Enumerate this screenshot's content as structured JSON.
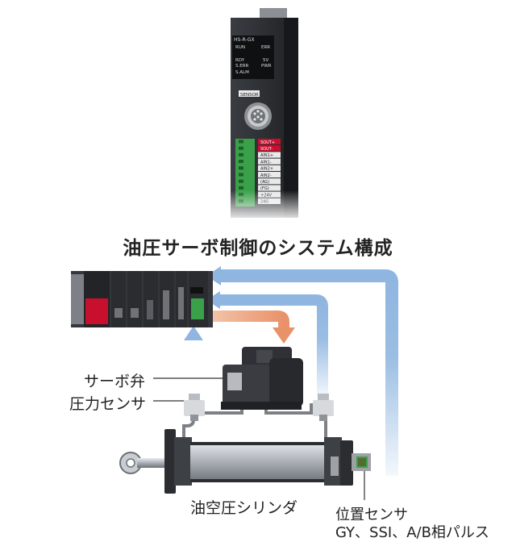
{
  "title": "油圧サーボ制御のシステム構成",
  "module": {
    "model": "HS-R-GX",
    "leds": [
      [
        "RUN",
        "ERR"
      ],
      [
        "RDY",
        "5V"
      ],
      [
        "S.ERR",
        "PWR"
      ],
      [
        "S.ALM",
        ""
      ]
    ],
    "connector_label": "SENSOR",
    "terminals": [
      "SOUT+",
      "SOUT-",
      "AIN1+",
      "AIN1-",
      "AIN2+",
      "AIN2-",
      "(AG)",
      "(FG)",
      "+24V",
      "24G"
    ]
  },
  "labels": {
    "servo_valve": "サーボ弁",
    "pressure_sensor": "圧力センサ",
    "cylinder": "油空圧シリンダ",
    "position_sensor_line1": "位置センサ",
    "position_sensor_line2": "GY、SSI、A/B相パルス"
  },
  "colors": {
    "signal_in_arrow": "#8fb6e0",
    "control_out_arrow": "#e9926a",
    "plc_red": "#c8102e",
    "terminal_green": "#3aa14a",
    "module_body": "#2b2d31"
  }
}
